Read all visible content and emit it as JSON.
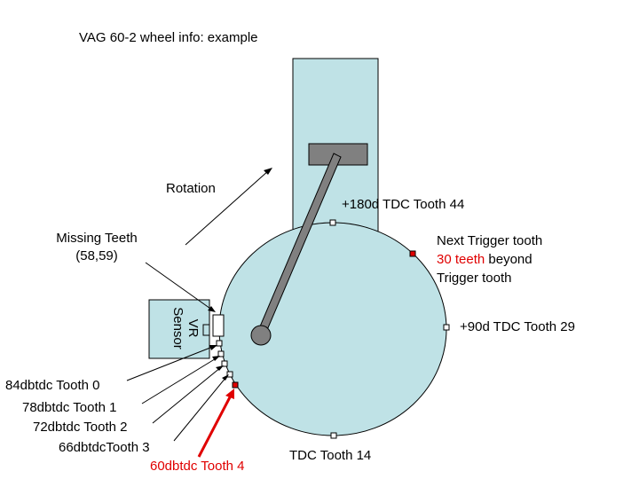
{
  "title": "VAG 60-2 wheel info: example",
  "rotation_label": "Rotation",
  "missing_teeth": {
    "line1": "Missing Teeth",
    "line2": "(58,59)"
  },
  "vr_sensor": {
    "line1": "VR",
    "line2": "Sensor"
  },
  "labels": {
    "tooth_44": "+180d TDC Tooth 44",
    "tooth_29": "+90d TDC Tooth 29",
    "tooth_14": "TDC Tooth 14",
    "next_trigger_line1": "Next Trigger tooth",
    "next_trigger_red": "30 teeth",
    "next_trigger_beyond": " beyond",
    "next_trigger_line3": "Trigger tooth"
  },
  "teeth_list": [
    {
      "text": "84dbtdc Tooth 0",
      "highlight": false
    },
    {
      "text": "78dbtdc Tooth 1",
      "highlight": false
    },
    {
      "text": "72dbtdc Tooth 2",
      "highlight": false
    },
    {
      "text": "66dbtdcTooth 3",
      "highlight": false
    },
    {
      "text": "60dbtdc Tooth 4",
      "highlight": true
    }
  ],
  "colors": {
    "wheel_fill": "#bfe2e6",
    "piston_fill": "#bfe2e6",
    "rod_fill": "#808080",
    "highlight": "#e00000",
    "tooth_fill": "#ffffff"
  }
}
